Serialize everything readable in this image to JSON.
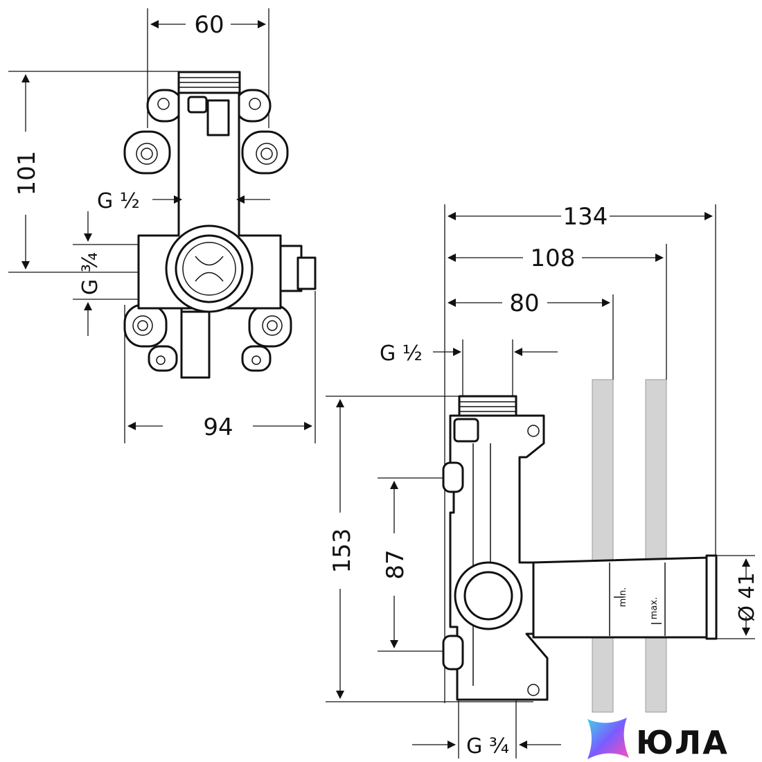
{
  "front_view": {
    "width_top": "60",
    "height": "101",
    "thread_outlet": "G ½",
    "thread_inlet": "G ¾",
    "width_bottom": "94"
  },
  "side_view": {
    "depth_total": "134",
    "depth_max": "108",
    "depth_min": "80",
    "thread_outlet": "G ½",
    "height_total": "153",
    "height_inlet_spacing": "87",
    "diameter": "Ø 41",
    "label_min": "min.",
    "label_max": "max.",
    "thread_bottom": "G ¾"
  },
  "logo": {
    "brand_text": "ЮЛА",
    "colors": [
      "#3fd3e8",
      "#7a5cff",
      "#ff4fb8"
    ]
  },
  "colors": {
    "line": "#111111",
    "wall": "#d3d3d3"
  }
}
